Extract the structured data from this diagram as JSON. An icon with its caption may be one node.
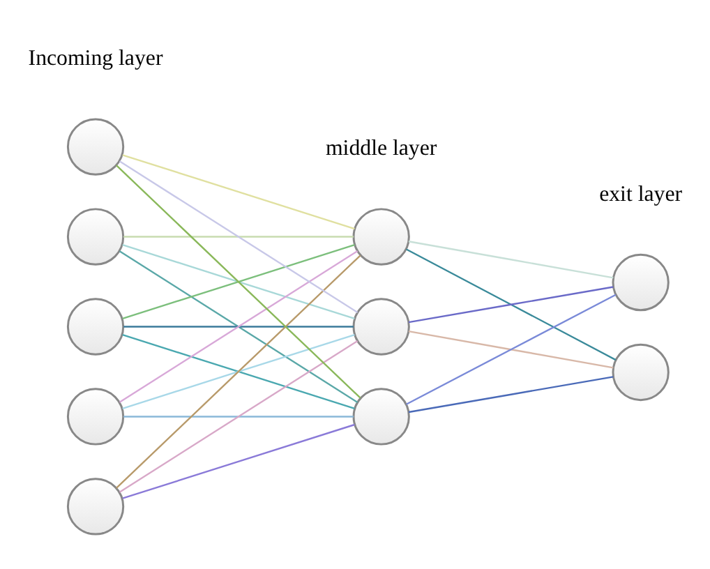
{
  "diagram": {
    "nodes": [
      {
        "text": [],
        "shape": "circle"
      },
      {
        "text": [],
        "shape": "circle"
      },
      {
        "text": [],
        "shape": "circle"
      },
      {
        "text": [],
        "shape": "circle"
      },
      {
        "text": [],
        "shape": "circle"
      },
      {
        "text": [],
        "shape": "circle"
      },
      {
        "text": [],
        "shape": "circle"
      },
      {
        "text": [],
        "shape": "circle"
      },
      {
        "text": [],
        "shape": "circle"
      },
      {
        "text": [],
        "shape": "circle"
      }
    ],
    "edges": [
      {
        "from": 0,
        "to": 5,
        "arrow": "none",
        "color": "#c8dcb0"
      },
      {
        "from": 0,
        "to": 6,
        "arrow": "none",
        "color": "#a8d8d8"
      },
      {
        "from": 0,
        "to": 7,
        "arrow": "none",
        "color": "#5aa8a8"
      },
      {
        "from": 1,
        "to": 5,
        "arrow": "none",
        "color": "#7cbf7c"
      },
      {
        "from": 1,
        "to": 6,
        "arrow": "none",
        "color": "#3a7a9a"
      },
      {
        "from": 1,
        "to": 7,
        "arrow": "none",
        "color": "#4aa8b0"
      },
      {
        "from": 2,
        "to": 5,
        "arrow": "none",
        "color": "#d8a8d8"
      },
      {
        "from": 2,
        "to": 6,
        "arrow": "none",
        "color": "#a8d8e8"
      },
      {
        "from": 2,
        "to": 7,
        "arrow": "none",
        "color": "#8ab8d8"
      },
      {
        "from": 3,
        "to": 5,
        "arrow": "none",
        "color": "#b89a6a"
      },
      {
        "from": 3,
        "to": 6,
        "arrow": "none",
        "color": "#d8a8c8"
      },
      {
        "from": 3,
        "to": 7,
        "arrow": "none",
        "color": "#8a7ad8"
      },
      {
        "from": 4,
        "to": 5,
        "arrow": "none",
        "color": "#e0e0a0"
      },
      {
        "from": 4,
        "to": 6,
        "arrow": "none",
        "color": "#c8c8e8"
      },
      {
        "from": 4,
        "to": 7,
        "arrow": "none",
        "color": "#8ab85a"
      },
      {
        "from": 5,
        "to": 8,
        "arrow": "none",
        "color": "#c8e0d8"
      },
      {
        "from": 5,
        "to": 9,
        "arrow": "none",
        "color": "#3a8a9a"
      },
      {
        "from": 6,
        "to": 8,
        "arrow": "none",
        "color": "#6a6ac8"
      },
      {
        "from": 6,
        "to": 9,
        "arrow": "none",
        "color": "#d8b8a8"
      },
      {
        "from": 7,
        "to": 8,
        "arrow": "none",
        "color": "#7a8ad8"
      },
      {
        "from": 7,
        "to": 9,
        "arrow": "none",
        "color": "#4a6ab8"
      }
    ],
    "labels": [
      "Incoming layer",
      "middle layer",
      "exit layer"
    ]
  }
}
